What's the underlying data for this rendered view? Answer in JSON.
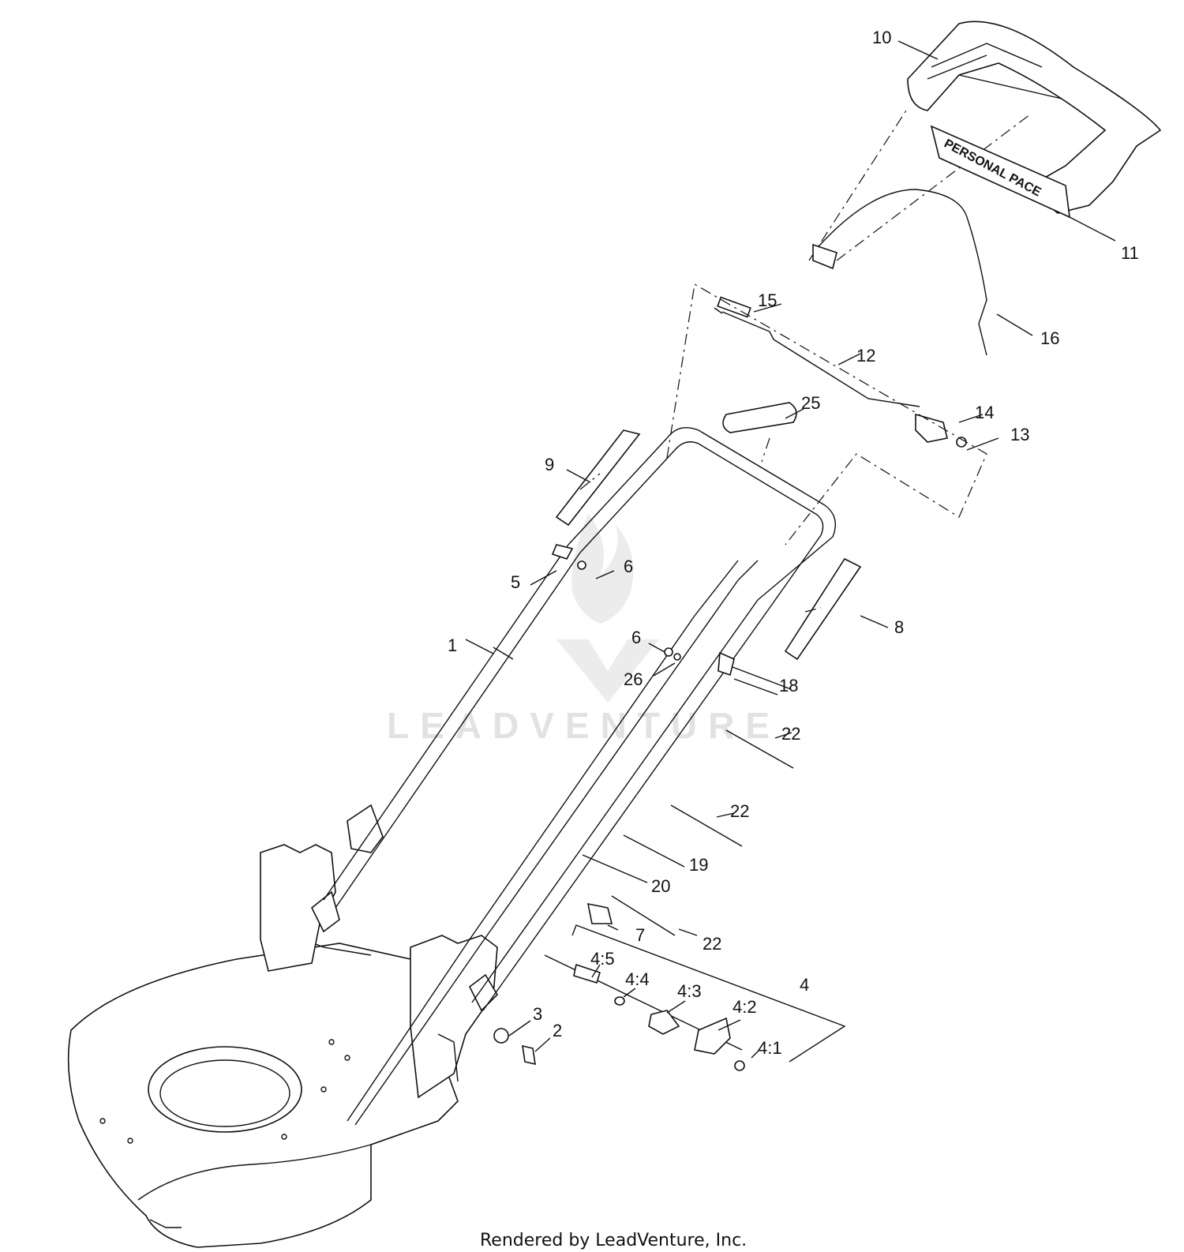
{
  "watermark": {
    "text": "LEADVENTURE"
  },
  "footer": {
    "credit": "Rendered by LeadVenture, Inc."
  },
  "decal": {
    "text": "PERSONAL PACE"
  },
  "callouts": {
    "c1": "1",
    "c2": "2",
    "c3": "3",
    "c4": "4",
    "c4_1": "4:1",
    "c4_2": "4:2",
    "c4_3": "4:3",
    "c4_4": "4:4",
    "c4_5": "4:5",
    "c5": "5",
    "c6a": "6",
    "c6b": "6",
    "c7": "7",
    "c8": "8",
    "c9": "9",
    "c10": "10",
    "c11": "11",
    "c12": "12",
    "c13": "13",
    "c14": "14",
    "c15": "15",
    "c16": "16",
    "c18": "18",
    "c19": "19",
    "c20": "20",
    "c22a": "22",
    "c22b": "22",
    "c22c": "22",
    "c25": "25",
    "c26": "26"
  }
}
